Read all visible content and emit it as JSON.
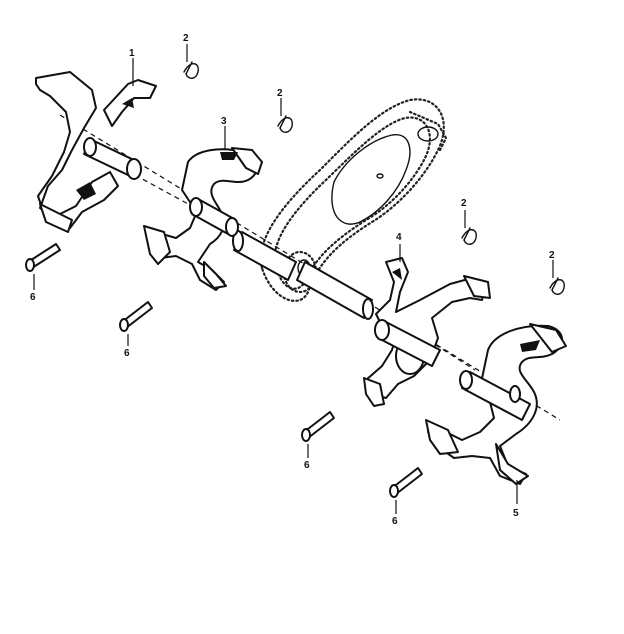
{
  "callouts": {
    "c1": "1",
    "c2a": "2",
    "c2b": "2",
    "c2c": "2",
    "c2d": "2",
    "c3": "3",
    "c4": "4",
    "c5": "5",
    "c6a": "6",
    "c6b": "6",
    "c6c": "6",
    "c6d": "6"
  }
}
